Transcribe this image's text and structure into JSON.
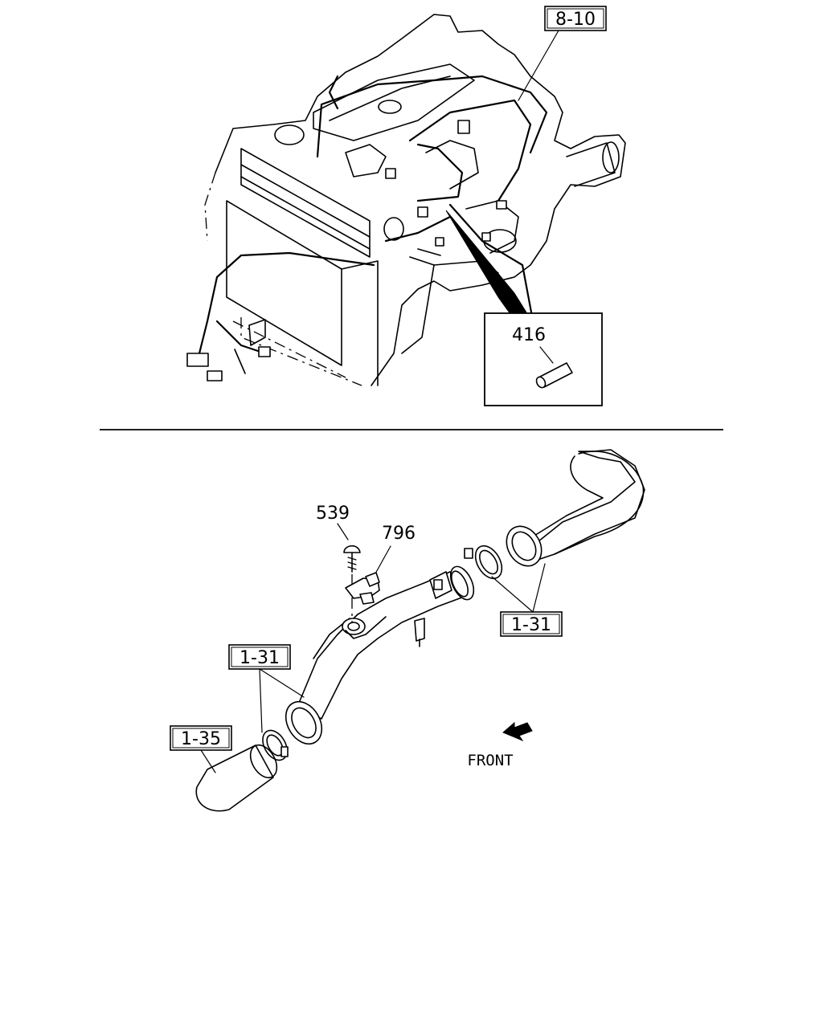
{
  "callouts": {
    "ref_8_10": "8-10",
    "part_416": "416",
    "part_539": "539",
    "part_796": "796",
    "ref_1_31_right": "1-31",
    "ref_1_31_left": "1-31",
    "ref_1_35": "1-35"
  },
  "front_label": "FRONT"
}
